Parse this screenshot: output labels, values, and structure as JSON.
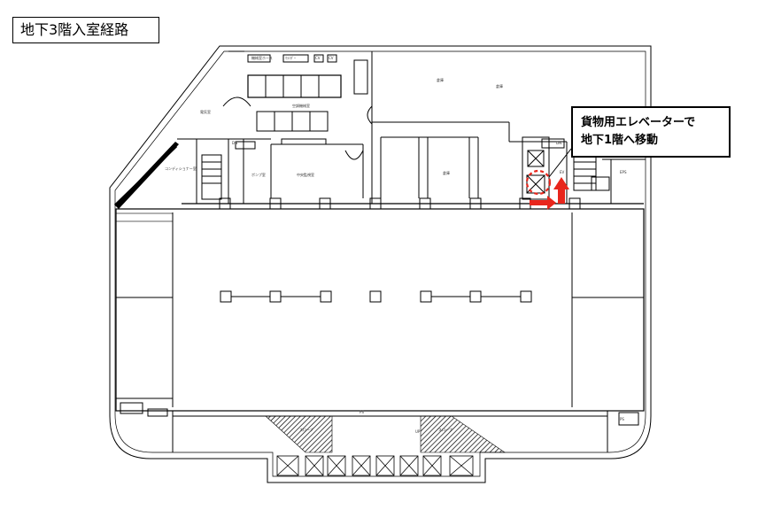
{
  "title": "地下3階入室経路",
  "callout": {
    "line1": "貨物用エレベーターで",
    "line2": "地下1階へ移動"
  },
  "rooms": {
    "top_small_a": "機械室ホース",
    "top_small_b": "ﾏﾗﾝﾀﾞｰ",
    "top_small_c": "CV",
    "top_small_d": "CV",
    "left_room": "電気室",
    "conditioner": "コンディショナー室",
    "machine_room": "空調機械室",
    "pump_room": "ポンプ室",
    "center_machine": "中央監視室",
    "right_upper_a": "倉庫",
    "right_upper_b": "倉庫",
    "middle_room": "倉庫",
    "ev_hall": "EV",
    "right_small": "EPS",
    "right_mid": "PS",
    "ramp_left": "スロープ",
    "ramp_right": "スロープ",
    "up_mark": "UP",
    "dn_mark_a": "DN",
    "dn_mark_b": "DN",
    "ps_small": "PS"
  },
  "colors": {
    "route_arrow": "#e8261c",
    "highlight_circle": "#e8261c",
    "wall": "#000000"
  },
  "icons": [
    "red-up-arrow-icon",
    "red-right-arrow-icon",
    "dashed-circle-highlight"
  ]
}
